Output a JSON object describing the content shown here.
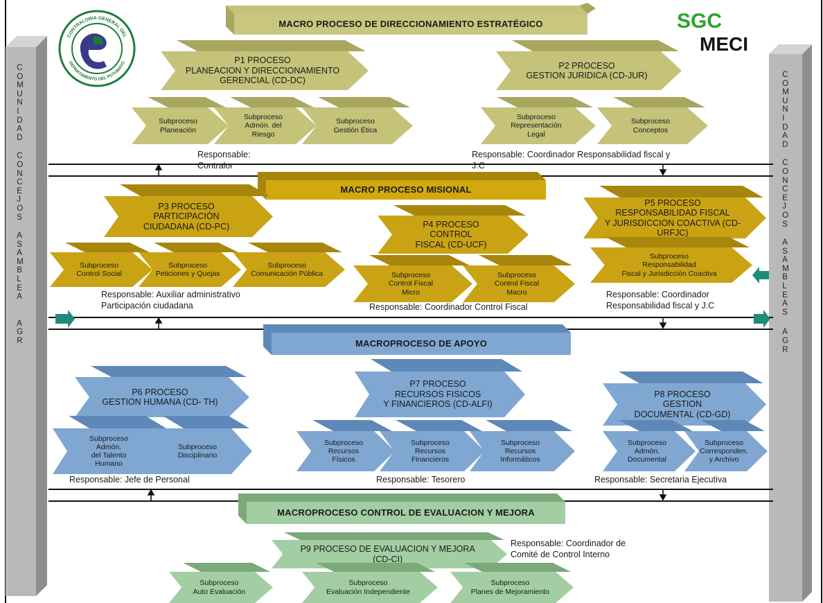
{
  "header": {
    "sgc": "SGC",
    "meci": "MECI"
  },
  "logo": {
    "ring_top": "CONTRALORIA GENERAL DEL",
    "ring_bottom": "DEPARTAMENTO DEL PUTUMAYO",
    "colors": {
      "ring": "#1f7a3a",
      "inner": "#3a3a8a"
    }
  },
  "side_left": {
    "words": [
      "COMUNIDAD",
      "CONCEJOS",
      "ASAMBLEA",
      "AGR"
    ]
  },
  "side_right": {
    "words": [
      "COMUNIDAD",
      "CONCEJOS",
      "ASAMBLEAS",
      "AGR"
    ]
  },
  "colors": {
    "estrategico": "#c5c27a",
    "estrategico_dark": "#a9a660",
    "misional": "#c9a313",
    "misional_dark": "#a8860b",
    "apoyo": "#7fa7d2",
    "apoyo_dark": "#5d88b8",
    "control": "#a3cda3",
    "control_dark": "#7aa97a",
    "arrow_teal": "#1f8b7a",
    "side_bar": "#b7b7b7"
  },
  "macros": {
    "estrategico": "MACRO PROCESO  DE DIRECCIONAMIENTO  ESTRATÉGICO",
    "misional": "MACRO PROCESO MISIONAL",
    "apoyo": "MACROPROCESO DE APOYO",
    "control": "MACROPROCESO CONTROL DE EVALUACION Y MEJORA"
  },
  "processes": {
    "p1": "P1 PROCESO\nPLANEACION Y DIRECCIONAMIENTO\nGERENCIAL (CD-DC)",
    "p2": "P2 PROCESO\nGESTION JURIDICA (CD-JUR)",
    "p3": "P3 PROCESO\nPARTICIPACIÓN\nCIUDADANA (CD-PC)",
    "p4": "P4 PROCESO\nCONTROL\nFISCAL (CD-UCF)",
    "p5": "P5 PROCESO\nRESPONSABILIDAD FISCAL\nY JURISDICCION COACTIVA (CD- URFJC)",
    "p6": "P6 PROCESO\nGESTION HUMANA (CD- TH)",
    "p7": "P7 PROCESO\nRECURSOS FISICOS\nY FINANCIEROS (CD-ALFI)",
    "p8": "P8 PROCESO\nGESTION\nDOCUMENTAL (CD-GD)",
    "p9": "P9 PROCESO DE  EVALUACION Y MEJORA\n(CD-CI)"
  },
  "subprocesses": {
    "s1": "Subproceso\nPlaneación",
    "s2": "Subproceso\nAdmón. del\nRiesgo",
    "s3": "Subproceso\nGestión Ética",
    "s4": "Subproceso\nRepresentación\nLegal",
    "s5": "Subproceso\nConceptos",
    "s6": "Subproceso\nControl Social",
    "s7": "Subproceso\nPeticiones y Quejas",
    "s8": "Subproceso\nComunicación Pública",
    "s9": "Subproceso\nControl Fiscal\nMicro",
    "s10": "Subproceso\nControl Fiscal\nMacro",
    "s11": "Subproceso\nResponsabilidad\nFiscal y Jurisdicción Coactiva",
    "s12": "Subproceso\nAdmón.\ndel Talento\nHumano",
    "s13": "Subproceso\nDisciplinario",
    "s14": "Subproceso\nRecursos\nFísicos",
    "s15": "Subproceso\nRecursos\nFinancieros",
    "s16": "Subproceso\nRecursos\nInformáticos",
    "s17": "Subproceso\nAdmón.\nDocumental",
    "s18": "Subproceso\nCorresponden.\ny Archivo",
    "s19": "Subproceso\nAuto Evaluación",
    "s20": "Subproceso\nEvaluación Independiente",
    "s21": "Subproceso\nPlanes de Mejoramiento"
  },
  "responsables": {
    "r1": "Responsable:\nContralor",
    "r2": "Responsable: Coordinador Responsabilidad fiscal y\nJ.C",
    "r3": "Responsable: Auxiliar administrativo\nParticipación ciudadana",
    "r4": "Responsable:  Coordinador Control Fiscal",
    "r5": "Responsable: Coordinador\nResponsabilidad fiscal y J.C",
    "r6": "Responsable: Jefe de Personal",
    "r7": "Responsable: Tesorero",
    "r8": "Responsable: Secretaria Ejecutiva",
    "r9": "Responsable: Coordinador de\nComité de Control Interno"
  }
}
